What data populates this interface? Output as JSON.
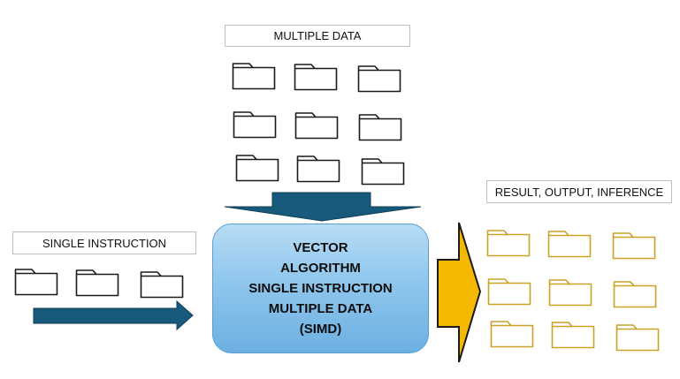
{
  "labels": {
    "multiple_data": "MULTIPLE DATA",
    "single_instruction": "SINGLE INSTRUCTION",
    "result": "RESULT, OUTPUT, INFERENCE"
  },
  "processor": {
    "lines": [
      "VECTOR",
      "ALGORITHM",
      "SINGLE INSTRUCTION",
      "MULTIPLE DATA",
      "(SIMD)"
    ]
  },
  "colors": {
    "folder_input": "#1a1a1a",
    "folder_output": "#c9a227",
    "arrow_dark": "#175a7c",
    "arrow_yellow": "#f5b800",
    "arrow_outline": "#1a1a1a",
    "label_border": "#bfbfbf"
  },
  "icons": {
    "data_item": "folder-icon",
    "instruction_item": "folder-icon",
    "result_item": "folder-icon"
  },
  "counts": {
    "data_folders": 9,
    "instruction_folders": 3,
    "result_folders": 9
  }
}
